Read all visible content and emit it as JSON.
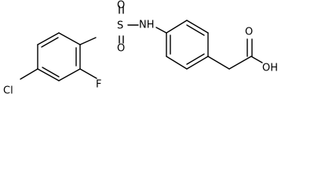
{
  "molecule": {
    "atoms": [
      {
        "label": "Cl"
      },
      {
        "label": "F"
      },
      {
        "label": "S"
      },
      {
        "label": "O"
      },
      {
        "label": "O"
      },
      {
        "label": "NH"
      },
      {
        "label": "O"
      },
      {
        "label": "OH"
      }
    ]
  }
}
